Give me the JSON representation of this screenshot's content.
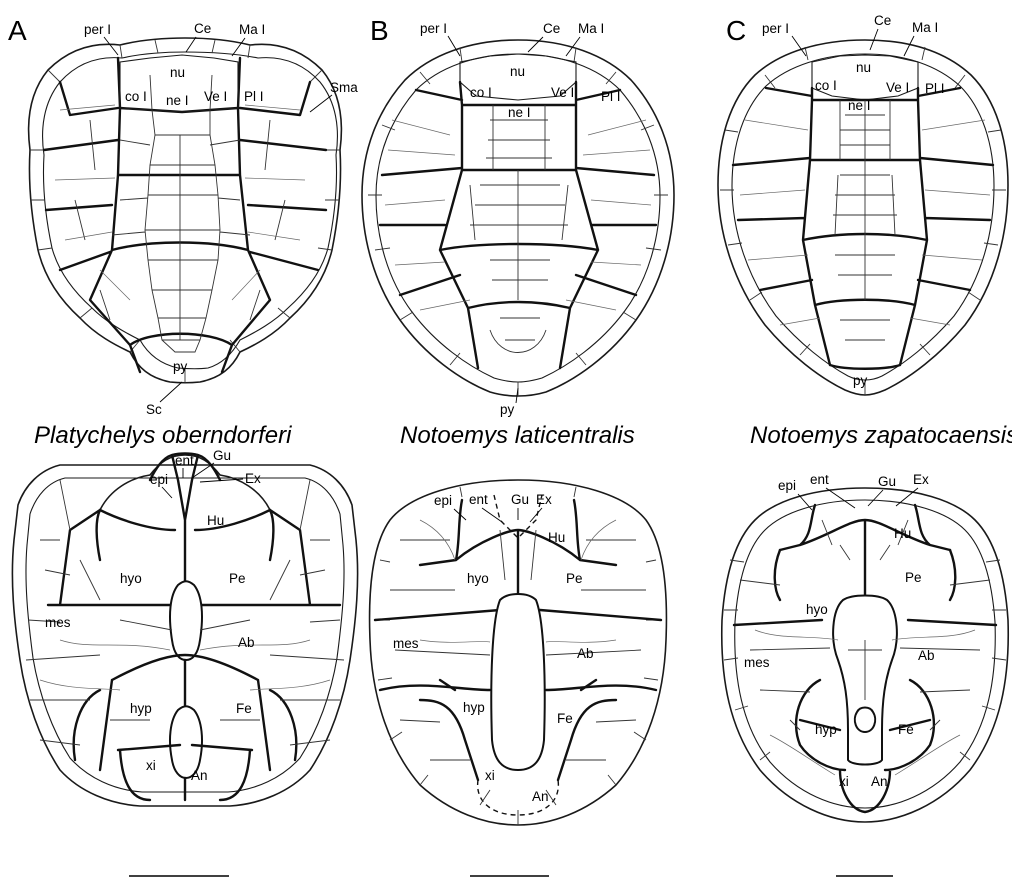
{
  "panels": [
    {
      "letter": "A",
      "species": "Platychelys oberndorferi",
      "carapace_labels": {
        "per": "per I",
        "ce": "Ce",
        "ma": "Ma I",
        "nu": "nu",
        "co": "co I",
        "ne": "ne I",
        "ve": "Ve I",
        "pl": "Pl I",
        "sma": "Sma",
        "py": "py",
        "sc": "Sc"
      },
      "plastron_labels": {
        "ent": "ent",
        "gu": "Gu",
        "epi": "epi",
        "ex": "Ex",
        "hu": "Hu",
        "hyo": "hyo",
        "pe": "Pe",
        "mes": "mes",
        "ab": "Ab",
        "hyp": "hyp",
        "fe": "Fe",
        "xi": "xi",
        "an": "An"
      }
    },
    {
      "letter": "B",
      "species": "Notoemys laticentralis",
      "carapace_labels": {
        "per": "per I",
        "ce": "Ce",
        "ma": "Ma I",
        "nu": "nu",
        "co": "co I",
        "ve": "Ve I",
        "ne": "ne I",
        "pl": "Pl I",
        "py": "py"
      },
      "plastron_labels": {
        "epi": "epi",
        "ent": "ent",
        "gu": "Gu",
        "ex": "Ex",
        "hu": "Hu",
        "hyo": "hyo",
        "pe": "Pe",
        "mes": "mes",
        "ab": "Ab",
        "hyp": "hyp",
        "fe": "Fe",
        "xi": "xi",
        "an": "An"
      }
    },
    {
      "letter": "C",
      "species": "Notoemys zapatocaensis",
      "carapace_labels": {
        "per": "per I",
        "ce": "Ce",
        "ma": "Ma I",
        "nu": "nu",
        "co": "co I",
        "ve": "Ve I",
        "ne": "ne I",
        "pl": "Pl I",
        "py": "py"
      },
      "plastron_labels": {
        "epi": "epi",
        "ent": "ent",
        "gu": "Gu",
        "ex": "Ex",
        "hu": "Hu",
        "pe": "Pe",
        "hyo": "hyo",
        "mes": "mes",
        "ab": "Ab",
        "hyp": "hyp",
        "fe": "Fe",
        "xi": "xi",
        "an": "An"
      }
    }
  ]
}
